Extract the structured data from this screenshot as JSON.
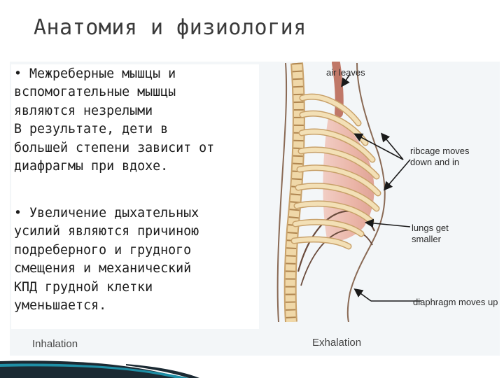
{
  "slide": {
    "title": "Анатомия и физиология",
    "paragraph1": [
      "• Межреберные мышцы и",
      "вспомогательные мышцы",
      "являются незрелыми",
      "В результате, дети в",
      "большей степени зависит от",
      "диафрагмы при вдохе."
    ],
    "paragraph2": [
      "• Увеличение дыхательных",
      "усилий являются причиною",
      "подреберного и грудного",
      "смещения и механический",
      "КПД грудной клетки",
      "уменьшается."
    ]
  },
  "figure": {
    "labels": {
      "air_leaves": "air leaves",
      "ribcage": [
        "ribcage moves",
        "down and in"
      ],
      "lungs": [
        "lungs get",
        "smaller"
      ],
      "diaphragm": "diaphragm moves up"
    },
    "captions": {
      "inhalation": "Inhalation",
      "exhalation": "Exhalation"
    }
  },
  "colors": {
    "accent_dark": "#1b2a33",
    "accent_teal": "#1f8fa6",
    "lung": "#e8b2a6",
    "bone": "#f0d8a8"
  }
}
